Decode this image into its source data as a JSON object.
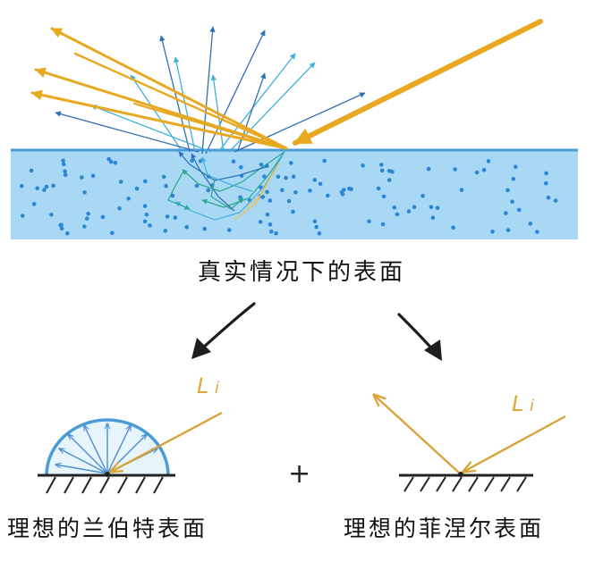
{
  "captions": {
    "real_surface": "真实情况下的表面",
    "lambert_surface": "理想的兰伯特表面",
    "fresnel_surface": "理想的菲涅尔表面"
  },
  "labels": {
    "incident_left": "L",
    "incident_right": "L",
    "plus": "+"
  },
  "colors": {
    "light_ray": "#e8a820",
    "light_ray_thin": "#d9a33a",
    "scatter_blue": "#2f6fb5",
    "scatter_light": "#3fb0dc",
    "scatter_teal": "#2aa68a",
    "medium_fill": "#a9d8f5",
    "medium_line": "#4a9bd6",
    "particle": "#2b86d6",
    "ground": "#222222",
    "arrow_dark": "#1e1e1e"
  }
}
